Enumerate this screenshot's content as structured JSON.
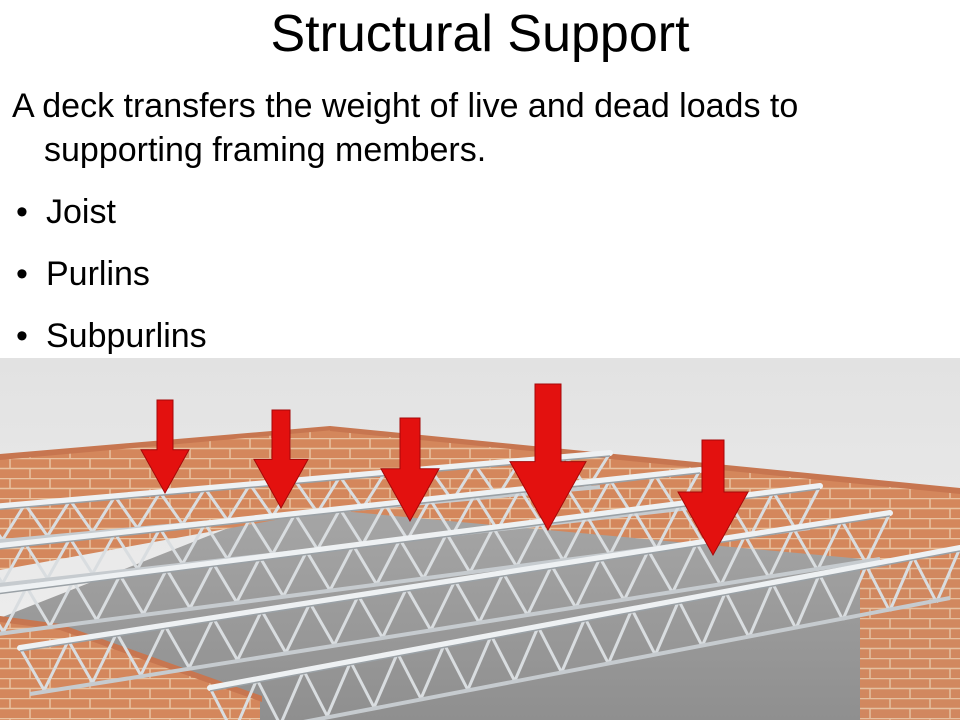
{
  "slide": {
    "title": "Structural Support",
    "paragraph": "A deck transfers the weight of live and dead loads to supporting framing members.",
    "bullets": [
      "Joist",
      "Purlins",
      "Subpurlins"
    ]
  },
  "illustration": {
    "subject": "open-web steel joists spanning between brick walls with downward load arrows",
    "colors": {
      "brick": "#d4875c",
      "mortar": "#e8c2a0",
      "floor": "#9a9a9a",
      "steel": "#d9dde0",
      "arrow": "#e3110f"
    }
  }
}
